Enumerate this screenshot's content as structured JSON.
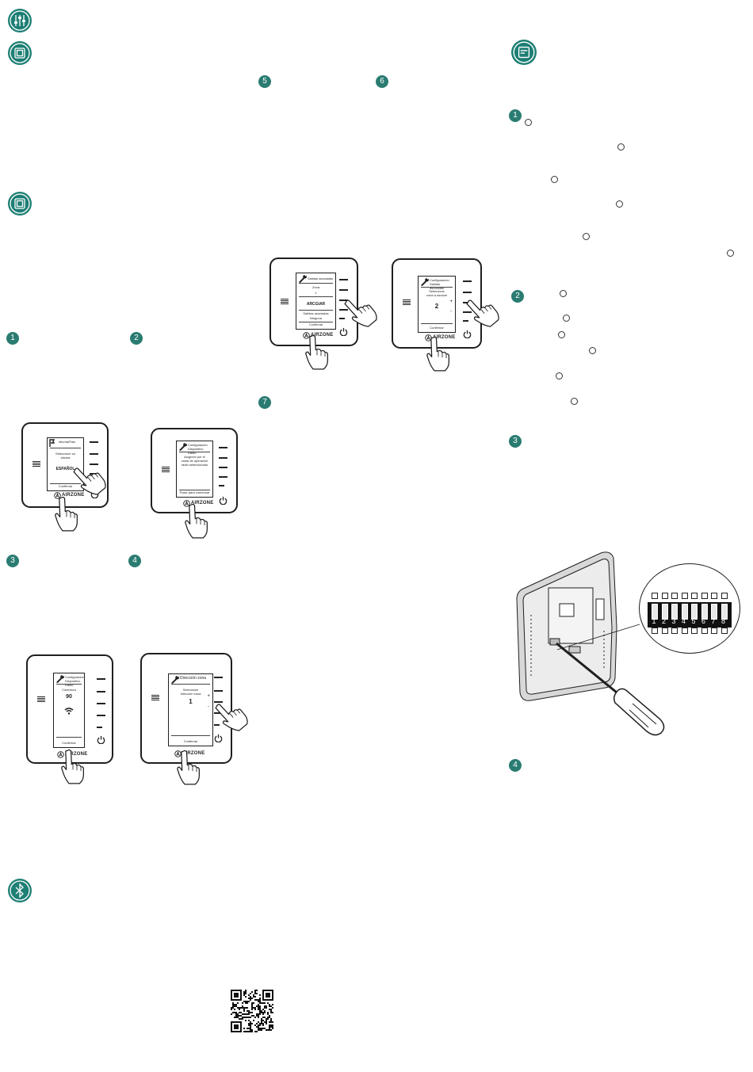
{
  "icons": {
    "config": "sliders-icon",
    "thermostat": "thermostat-icon",
    "thermostat2": "thermostat-icon",
    "screen": "screen-device-icon",
    "bluetooth": "bluetooth-icon"
  },
  "accent_color": "#1e7f74",
  "steps": {
    "s1": "1",
    "s2": "2",
    "s3": "3",
    "s4": "4",
    "s5": "5",
    "s6": "6",
    "s7": "7",
    "r1": "1",
    "r2": "2",
    "r3": "3",
    "r4": "4"
  },
  "brand": "AIRZONE",
  "device1": {
    "title": "Idioma/País",
    "line1": "Seleccione su",
    "line2": "idioma",
    "value": "ESPAÑOL",
    "confirm": "Confirmar"
  },
  "device2": {
    "title1": "Configuración",
    "title2": "Dispositivo Radio",
    "line1": "Asígnelo por el",
    "line2": "canal de operación",
    "line3": "radio seleccionado",
    "confirm": "Pulse para comenzar"
  },
  "device3": {
    "title1": "Configuración",
    "title2": "Dispositivo Radio",
    "label": "Cobertura",
    "value": "90",
    "confirm": "Confirmar"
  },
  "device4": {
    "title": "Dirección zona",
    "line1": "Seleccione",
    "line2": "dirección zona",
    "value": "1",
    "plus": "+",
    "minus": "-",
    "confirm": "Confirmar"
  },
  "device5": {
    "title": "Salidas asociadas",
    "label": "Zona",
    "zone": "1",
    "value": "ARCGIAR",
    "line1": "Salidas asociadas",
    "line2": "Ninguna",
    "confirm": "Confirmar"
  },
  "device6": {
    "title1": "Configuración",
    "title2": "Salidas asociadas",
    "line1": "Seleccione",
    "line2": "zona a asociar",
    "value": "2",
    "plus": "+",
    "minus": "-",
    "confirm": "Confirmar"
  },
  "dip_labels": [
    "1",
    "2",
    "3",
    "4",
    "5",
    "6",
    "7",
    "8"
  ]
}
